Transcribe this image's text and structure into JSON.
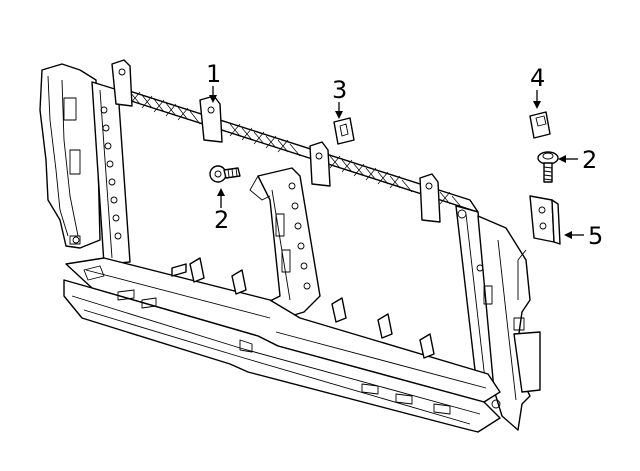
{
  "callouts": [
    {
      "id": "c1",
      "label": "1"
    },
    {
      "id": "c2a",
      "label": "2"
    },
    {
      "id": "c2b",
      "label": "2"
    },
    {
      "id": "c3",
      "label": "3"
    },
    {
      "id": "c4",
      "label": "4"
    },
    {
      "id": "c5",
      "label": "5"
    }
  ]
}
